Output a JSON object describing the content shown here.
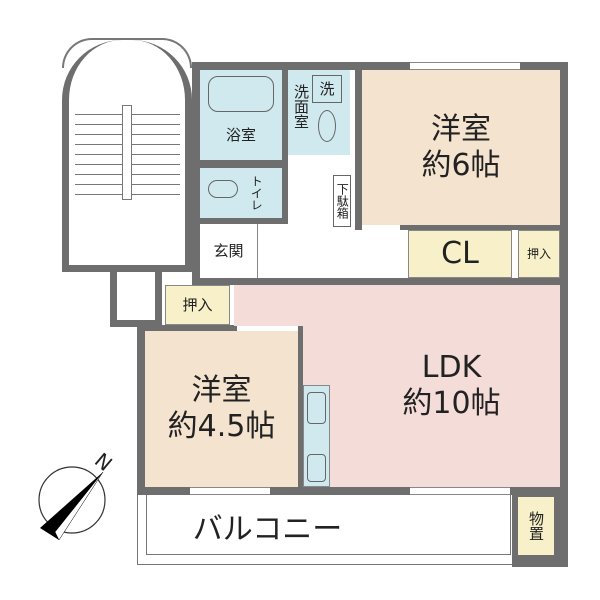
{
  "rooms": {
    "bedroom_a": {
      "name": "洋室",
      "size": "約6帖"
    },
    "bedroom_b": {
      "name": "洋室",
      "size": "約4.5帖"
    },
    "ldk": {
      "name": "LDK",
      "size": "約10帖"
    },
    "bath": "浴室",
    "washroom": "洗面室",
    "washer": "洗",
    "toilet": "トイレ",
    "shoe_box": "下駄箱",
    "entrance": "玄関",
    "closet": "CL",
    "oshiire_a": "押入",
    "oshiire_b": "押入",
    "balcony": "バルコニー",
    "storage": "物置"
  },
  "compass": {
    "label": "N"
  },
  "colors": {
    "wall": "#6e6e6e",
    "bedroom": "#f4e3cf",
    "ldk": "#f4dcd8",
    "wet": "#cfe9ee",
    "storage": "#f7f0c8"
  }
}
